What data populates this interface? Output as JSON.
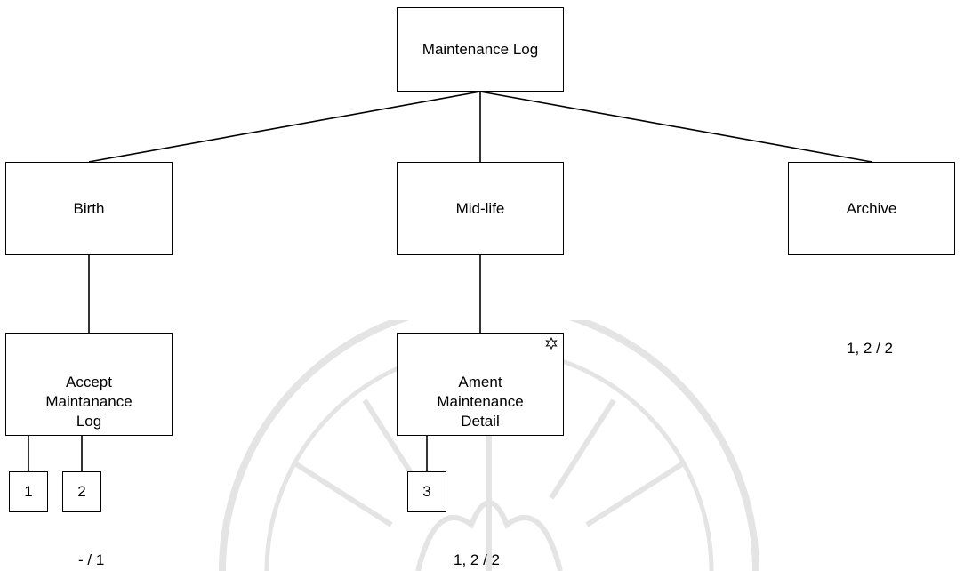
{
  "diagram": {
    "root": {
      "label": "Maintenance Log"
    },
    "level1": [
      {
        "label": "Birth"
      },
      {
        "label": "Mid-life"
      },
      {
        "label": "Archive"
      }
    ],
    "level2": [
      {
        "label": "Accept Maintanance Log",
        "parent": "Birth"
      },
      {
        "label": "Ament Maintenance Detail",
        "parent": "Mid-life",
        "icon": "iteration-star-icon"
      }
    ],
    "operations": [
      {
        "label": "1",
        "parent": "Accept Maintanance Log"
      },
      {
        "label": "2",
        "parent": "Accept Maintanance Log"
      },
      {
        "label": "3",
        "parent": "Ament Maintenance Detail"
      }
    ],
    "annotations": {
      "birth": "- / 1",
      "mid_life": "1, 2 / 2",
      "archive": "1, 2 / 2"
    }
  },
  "colors": {
    "line": "#000000",
    "watermark": "#e4e4e4"
  }
}
